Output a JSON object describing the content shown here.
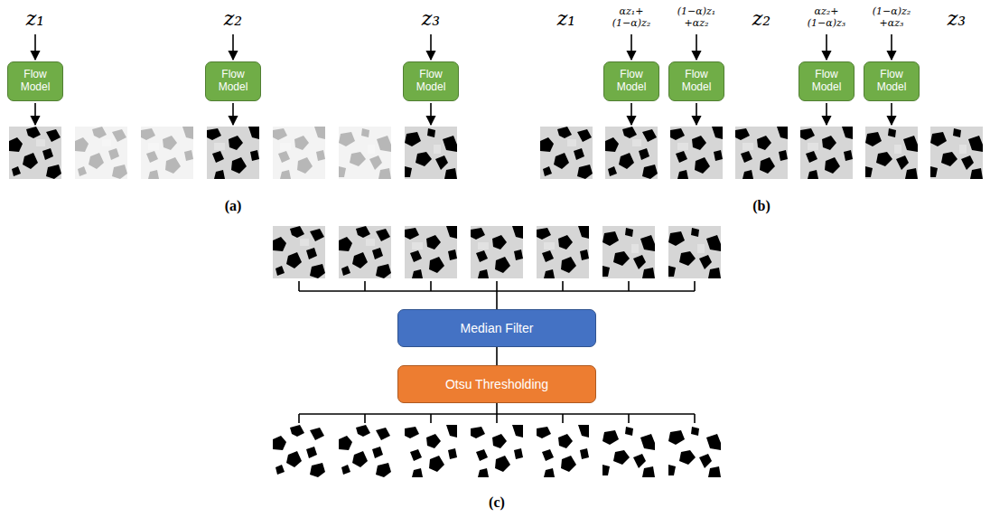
{
  "diagram": {
    "nodes": [
      {
        "text": [
          "Flow Model"
        ]
      },
      {
        "text": [
          "Flow Model"
        ]
      },
      {
        "text": [
          "Flow Model"
        ]
      },
      {
        "text": [
          "Flow Model"
        ]
      },
      {
        "text": [
          "Flow Model"
        ]
      },
      {
        "text": [
          "Flow Model"
        ]
      },
      {
        "text": [
          "Flow Model"
        ]
      },
      {
        "text": [
          "Median Filter"
        ]
      },
      {
        "text": [
          "Otsu Thresholding"
        ]
      }
    ],
    "edges": [
      {
        "from": 7,
        "to": 8,
        "arrow": "none"
      }
    ],
    "labels": [
      "z₁",
      "z₂",
      "z₃",
      "z₁",
      "αz₁+ (1−α)z₂",
      "(1−α)z₁ +αz₂",
      "z₂",
      "αz₂+ (1−α)z₃",
      "(1−α)z₂ +αz₃",
      "z₃",
      "(a)",
      "(b)",
      "(c)"
    ]
  }
}
